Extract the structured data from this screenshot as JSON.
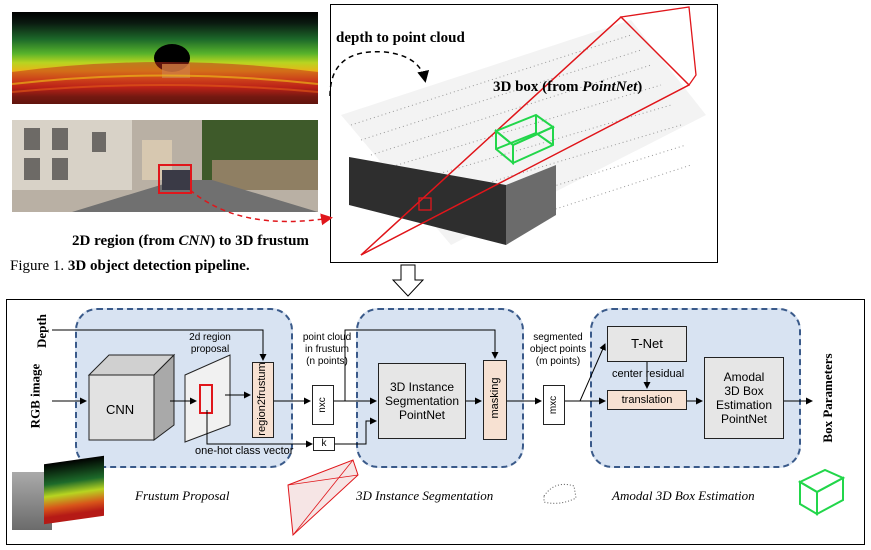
{
  "top": {
    "depth_label": "depth to point cloud",
    "box_label_prefix": "3D box (from ",
    "box_label_italic": "PointNet",
    "box_label_suffix": ")",
    "frustum_label_prefix": "2D region (from ",
    "frustum_label_italic": "CNN",
    "frustum_label_suffix": ") to 3D frustum"
  },
  "figure_caption": {
    "prefix": "Figure 1.",
    "title": "3D object detection pipeline."
  },
  "pipeline": {
    "inputs": {
      "depth": "Depth",
      "rgb": "RGB image"
    },
    "cnn": "CNN",
    "region_proposal": "2d region\nproposal",
    "region2frustum": "region2frustum",
    "one_hot": "one-hot class vector",
    "point_cloud_label": "point cloud\nin frustum\n(n points)",
    "nxc": "nxc",
    "k": "k",
    "instance_seg": "3D Instance\nSegmentation\nPointNet",
    "masking": "masking",
    "segmented_label": "segmented\nobject points\n(m points)",
    "mxc": "mxc",
    "tnet": "T-Net",
    "center_residual": "center residual",
    "translation": "translation",
    "amodal": "Amodal\n3D Box\nEstimation\nPointNet",
    "output": "Box Parameters",
    "section_titles": [
      "Frustum Proposal",
      "3D Instance Segmentation",
      "Amodal 3D Box Estimation"
    ]
  },
  "colors": {
    "section_fill": "#d8e3f2",
    "section_border": "#3a5a8a",
    "gray_box": "#e6e6e6",
    "pink_box": "#f7e1d2",
    "red_region": "#e0161b",
    "green_box": "#22d64a"
  }
}
